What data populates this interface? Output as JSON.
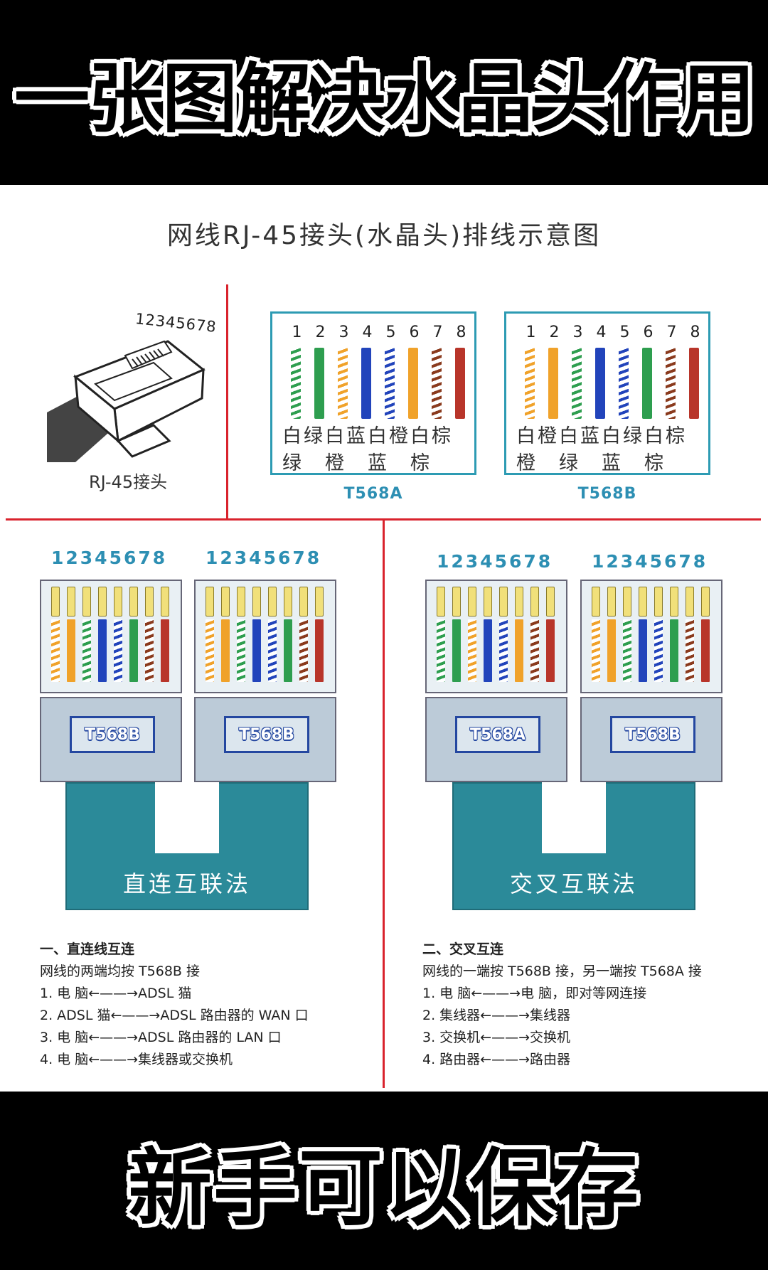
{
  "banners": {
    "top": "一张图解决水晶头作用",
    "bottom": "新手可以保存"
  },
  "diagram_title": "网线RJ-45接头(水晶头)排线示意图",
  "rj45": {
    "pin_numbers": "12345678",
    "label": "RJ-45接头"
  },
  "standards": [
    {
      "name": "T568A",
      "pins": [
        "1",
        "2",
        "3",
        "4",
        "5",
        "6",
        "7",
        "8"
      ],
      "row1": "白绿白蓝白橙白棕",
      "row2": "绿　橙　蓝　棕",
      "colors": [
        "#2e9e4f",
        "#2e9e4f",
        "#f0a22a",
        "#2244bb",
        "#2244bb",
        "#f0a22a",
        "#8a3a1d",
        "#b8352a"
      ],
      "striped": [
        true,
        false,
        true,
        false,
        true,
        false,
        true,
        false
      ]
    },
    {
      "name": "T568B",
      "pins": [
        "1",
        "2",
        "3",
        "4",
        "5",
        "6",
        "7",
        "8"
      ],
      "row1": "白橙白蓝白绿白棕",
      "row2": "橙　绿　蓝　棕",
      "colors": [
        "#f0a22a",
        "#f0a22a",
        "#2e9e4f",
        "#2244bb",
        "#2244bb",
        "#2e9e4f",
        "#8a3a1d",
        "#b8352a"
      ],
      "striped": [
        true,
        false,
        true,
        false,
        true,
        false,
        true,
        false
      ]
    }
  ],
  "connection_pin_numbers": "12345678",
  "straight": {
    "left_label": "T568B",
    "right_label": "T568B",
    "cable_label": "直连互联法",
    "notes_heading": "一、直连线互连",
    "notes_sub": "网线的两端均按 T568B 接",
    "notes": [
      "1.  电  脑←——→ADSL 猫",
      "2.  ADSL 猫←——→ADSL 路由器的 WAN 口",
      "3.  电  脑←——→ADSL 路由器的 LAN 口",
      "4.  电  脑←——→集线器或交换机"
    ]
  },
  "cross": {
    "left_label": "T568A",
    "right_label": "T568B",
    "cable_label": "交叉互联法",
    "notes_heading": "二、交叉互连",
    "notes_sub": "网线的一端按 T568B 接，另一端按 T568A 接",
    "notes": [
      "1.  电  脑←——→电  脑，即对等网连接",
      "2.  集线器←——→集线器",
      "3.  交换机←——→交换机",
      "4.  路由器←——→路由器"
    ]
  },
  "colors": {
    "accent_red": "#d9232d",
    "teal": "#2b8a99",
    "box_border": "#2d9bb3"
  }
}
